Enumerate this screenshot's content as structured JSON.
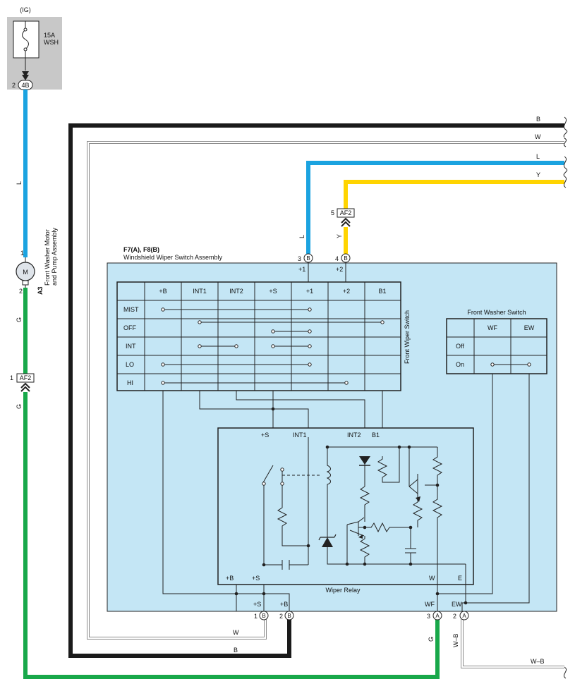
{
  "fuse": {
    "supply_label": "(IG)",
    "rating": "15A",
    "name": "WSH",
    "pin": "2",
    "connector": "4B"
  },
  "motor": {
    "code": "A3",
    "name_line1": "Front Washer Motor",
    "name_line2": "and Pump Assembly",
    "symbol": "M",
    "pin_top": "1",
    "pin_bottom": "2"
  },
  "wire_colors": {
    "L": "L",
    "G_upper": "G",
    "G_lower": "G",
    "B": "B",
    "W": "W",
    "Y": "Y",
    "W_B": "W–B",
    "G_bottom": "G",
    "B_bottom": "B",
    "W_bottom": "W",
    "L_vertical": "L",
    "Y_vertical": "Y",
    "W_B_vertical": "W–B"
  },
  "colors": {
    "L": "#1ba3e0",
    "G": "#18a84a",
    "B": "#1a1a1a",
    "W": "#a9a9a9",
    "Y": "#ffd400",
    "assembly_fill": "#c4e6f5",
    "fuse_box_fill": "#c8c8c8"
  },
  "connector_af2_upper": {
    "pin": "5",
    "name": "AF2"
  },
  "connector_af2_lower": {
    "pin": "1",
    "name": "AF2"
  },
  "assembly": {
    "code": "F7(A), F8(B)",
    "name": "Windshield Wiper Switch Assembly",
    "top_pins": [
      {
        "num": "3",
        "conn": "B",
        "terminal": "+1"
      },
      {
        "num": "4",
        "conn": "B",
        "terminal": "+2"
      }
    ],
    "bottom_pins": [
      {
        "num": "1",
        "conn": "B",
        "terminal": "+S"
      },
      {
        "num": "2",
        "conn": "B",
        "terminal": "+B"
      },
      {
        "num": "3",
        "conn": "A",
        "terminal": "WF"
      },
      {
        "num": "2",
        "conn": "A",
        "terminal": "EW"
      }
    ]
  },
  "wiper_switch": {
    "title": "Front Wiper Switch",
    "columns": [
      "+B",
      "INT1",
      "INT2",
      "+S",
      "+1",
      "+2",
      "B1"
    ],
    "rows": [
      "MIST",
      "OFF",
      "INT",
      "LO",
      "HI"
    ]
  },
  "washer_switch": {
    "title": "Front Washer Switch",
    "columns": [
      "WF",
      "EW"
    ],
    "rows": [
      "Off",
      "On"
    ]
  },
  "relay": {
    "name": "Wiper Relay",
    "top_terminals": [
      "+S",
      "INT1",
      "INT2",
      "B1"
    ],
    "bottom_terminals": [
      "+B",
      "+S",
      "W",
      "E"
    ]
  }
}
